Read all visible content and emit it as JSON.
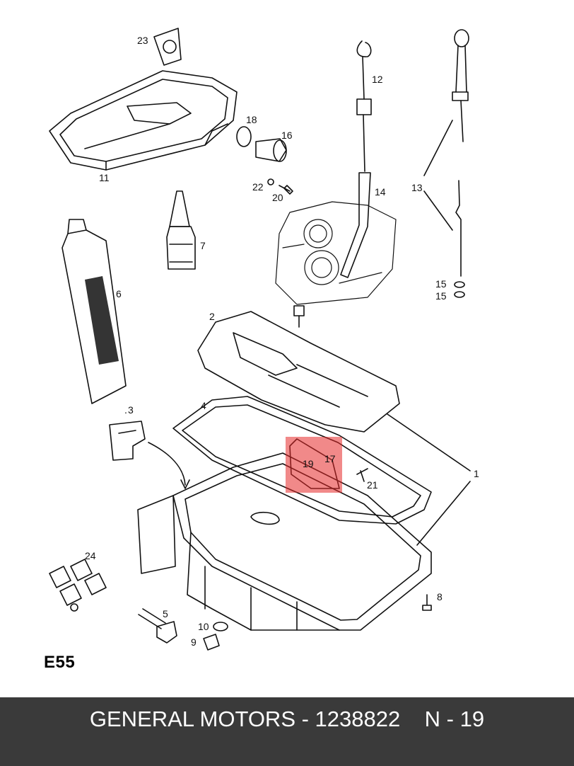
{
  "diagram": {
    "code": "E55",
    "labels": {
      "l1": "1",
      "l2": "2",
      "l3": "3",
      "l4": "4",
      "l5": "5",
      "l6": "6",
      "l7": "7",
      "l8": "8",
      "l9": "9",
      "l10": "10",
      "l11": "11",
      "l12": "12",
      "l13": "13",
      "l14": "14",
      "l15a": "15",
      "l15b": "15",
      "l16": "16",
      "l17": "17",
      "l18": "18",
      "l19": "19",
      "l20": "20",
      "l21": "21",
      "l22": "22",
      "l23": "23",
      "l24": "24"
    },
    "highlight_color": "#e62828"
  },
  "footer": {
    "text": "GENERAL MOTORS - 1238822    N - 19",
    "background": "#3a3a3a"
  }
}
